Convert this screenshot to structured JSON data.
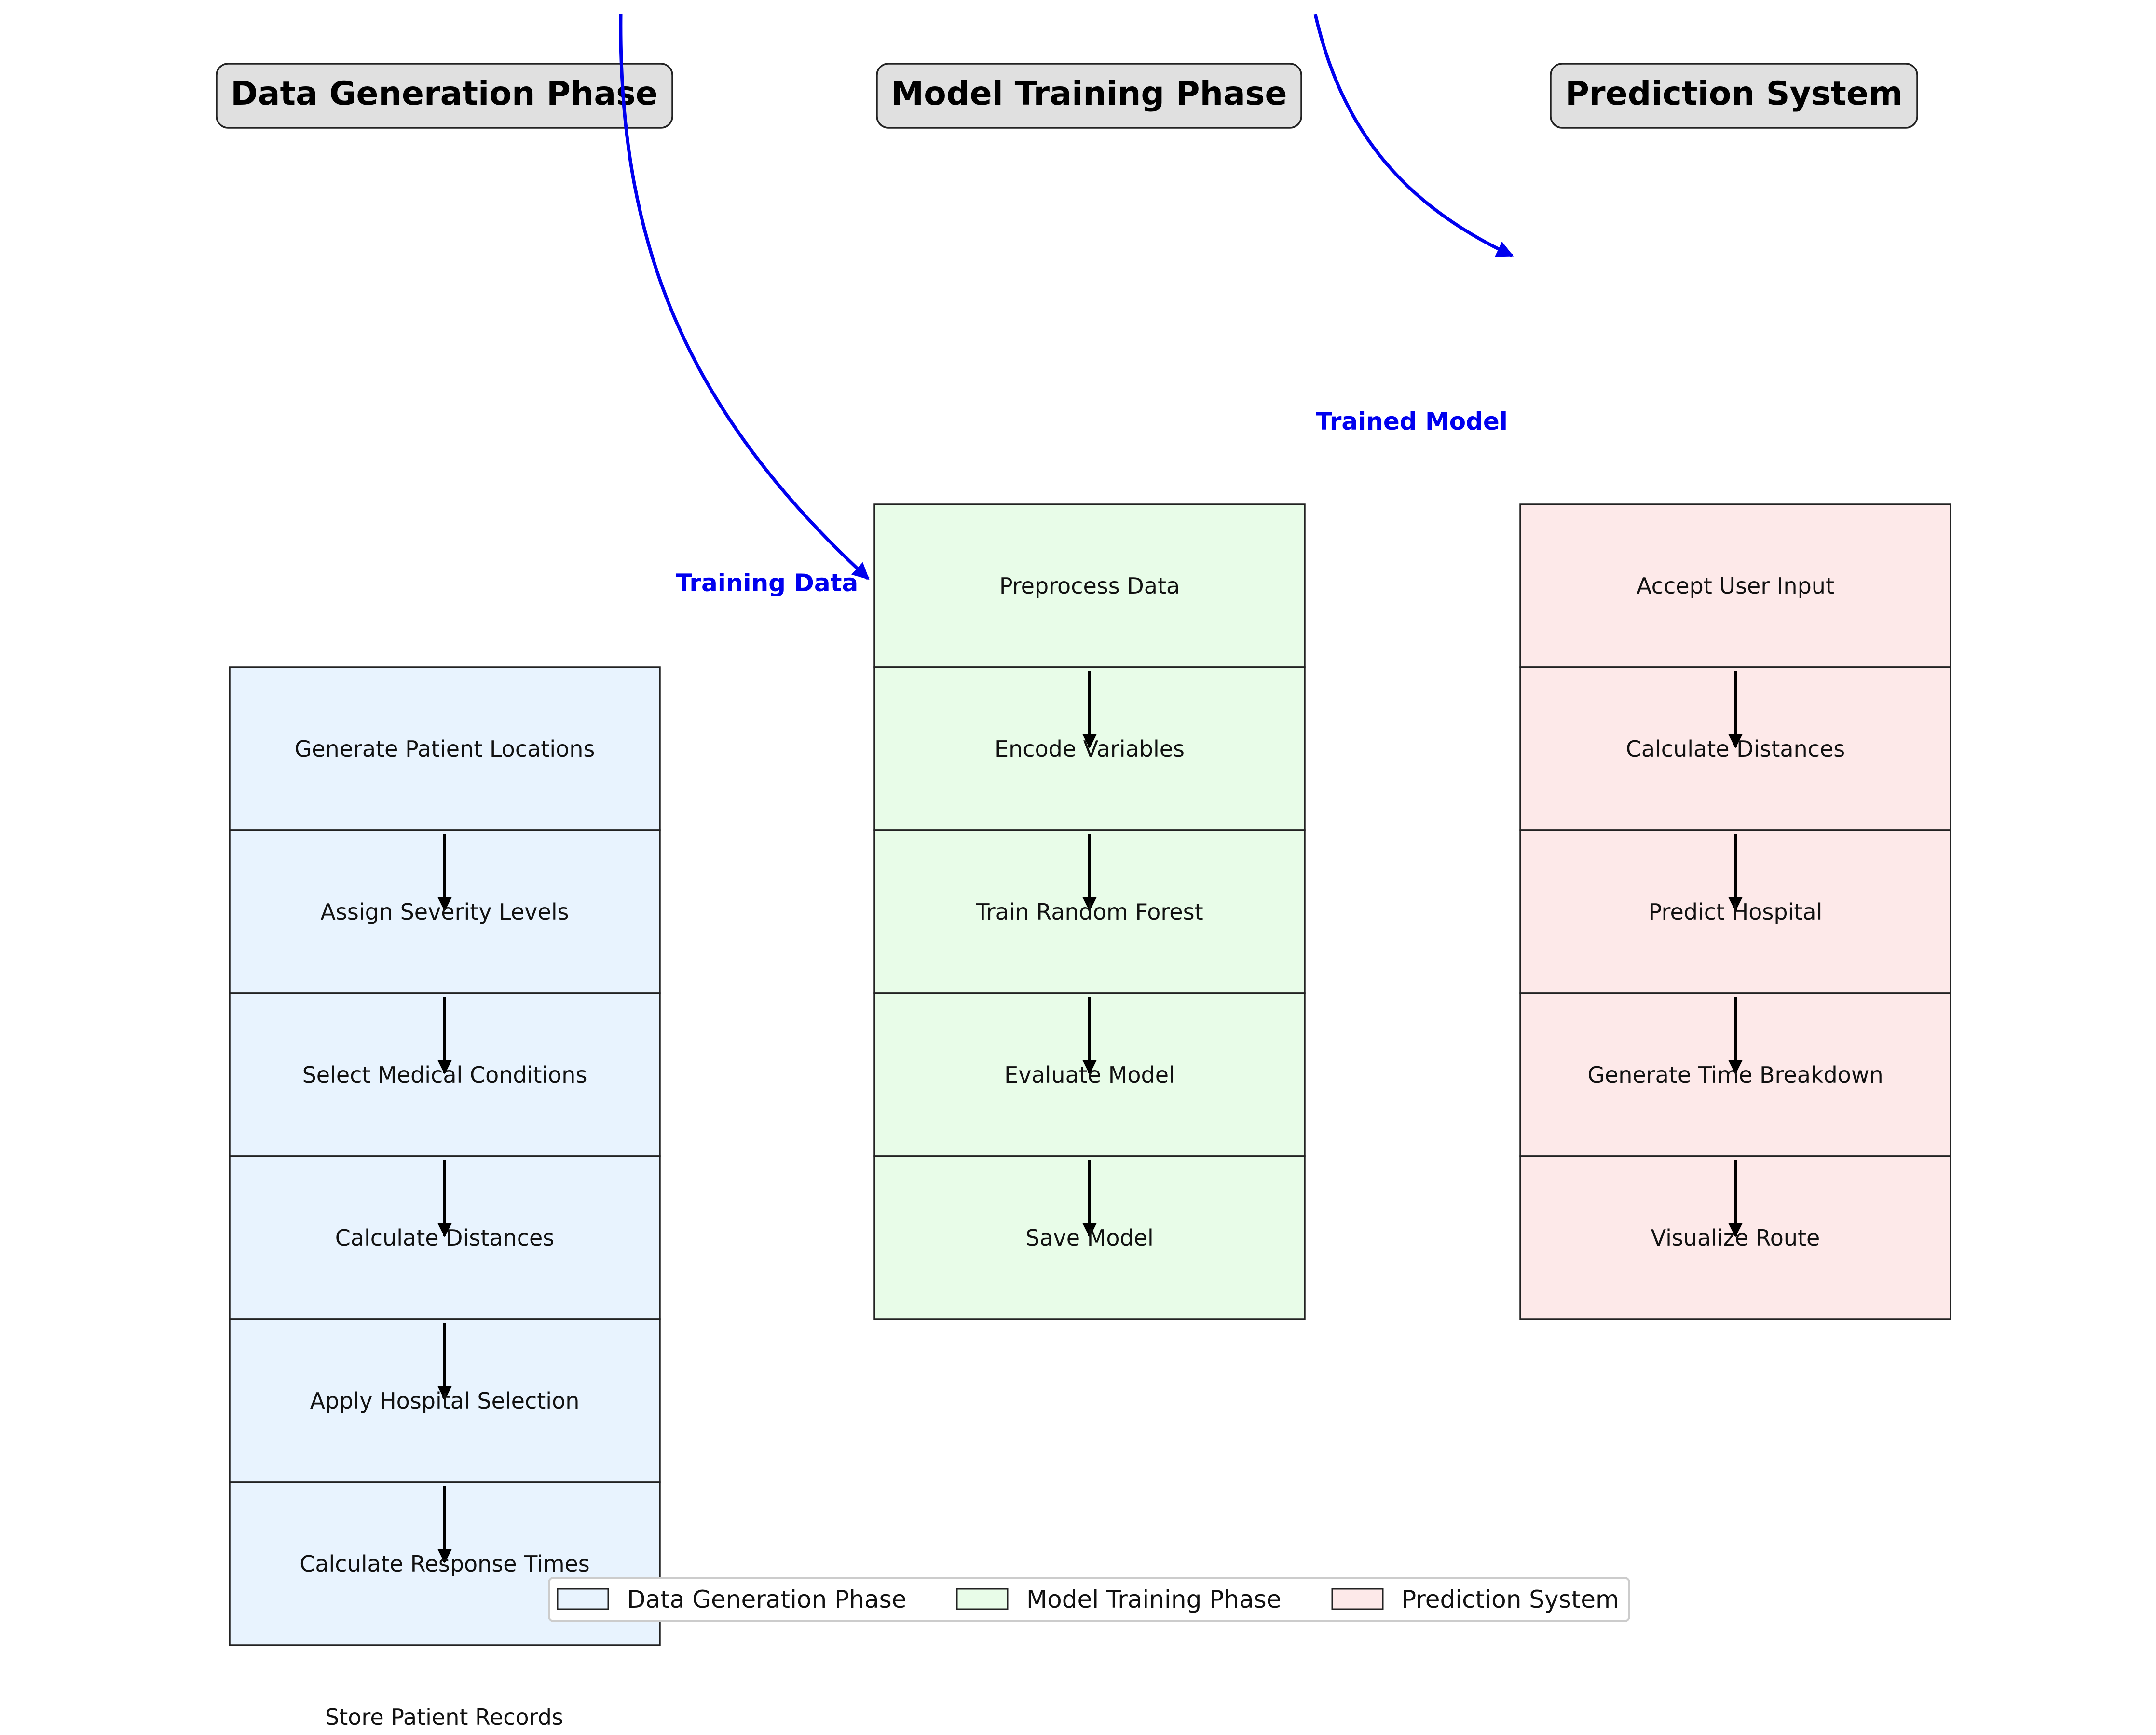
{
  "colors": {
    "data_fill": "#e8f3fe",
    "train_fill": "#e8fce8",
    "predict_fill": "#fde9e9",
    "header_fill": "#e0e0e0",
    "edge_color": "#0000ee",
    "arrow_color": "#000000"
  },
  "phases": {
    "data": {
      "title": "Data Generation Phase",
      "steps": [
        "Generate Patient Locations",
        "Assign Severity Levels",
        "Select Medical Conditions",
        "Calculate Distances",
        "Apply Hospital Selection",
        "Calculate Response Times"
      ],
      "trailing_step": "Store Patient Records"
    },
    "train": {
      "title": "Model Training Phase",
      "steps": [
        "Preprocess Data",
        "Encode Variables",
        "Train Random Forest",
        "Evaluate Model",
        "Save Model"
      ]
    },
    "predict": {
      "title": "Prediction System",
      "steps": [
        "Accept User Input",
        "Calculate Distances",
        "Predict Hospital",
        "Generate Time Breakdown",
        "Visualize Route"
      ]
    }
  },
  "edges": {
    "training_data": "Training Data",
    "trained_model": "Trained Model"
  },
  "legend": [
    "Data Generation Phase",
    "Model Training Phase",
    "Prediction System"
  ]
}
